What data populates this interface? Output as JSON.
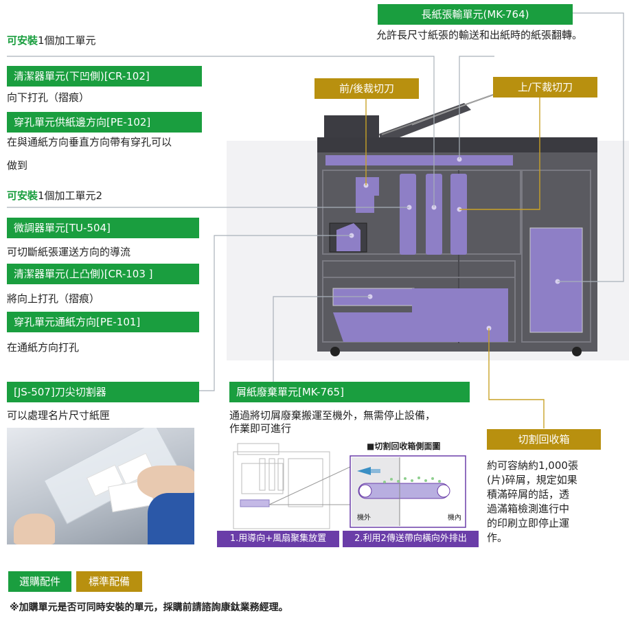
{
  "colors": {
    "green": "#1a9e3f",
    "gold": "#b8900f",
    "purple": "#6a3da8",
    "machine": "#5a5a60",
    "unit": "#8e7fc6"
  },
  "unit1": {
    "prefix": "可安裝",
    "suffix": "1個加工單元"
  },
  "unit2": {
    "prefix": "可安裝",
    "suffix": "1個加工單元2"
  },
  "labels": {
    "cr102": {
      "tag": "清潔器單元(下凹側)[CR-102]",
      "desc": "向下打孔（摺痕）"
    },
    "pe102": {
      "tag": "穿孔單元供紙邊方向[PE-102]",
      "desc1": "在與通紙方向垂直方向帶有穿孔可以",
      "desc2": "做到"
    },
    "tu504": {
      "tag": "微調器單元[TU-504]",
      "desc": "可切斷紙張運送方向的導流"
    },
    "cr103": {
      "tag": "清潔器單元(上凸側)[CR-103 ]",
      "desc": "將向上打孔（摺痕）"
    },
    "pe101": {
      "tag": "穿孔單元通紙方向[PE-101]",
      "desc": "在通紙方向打孔"
    },
    "js507": {
      "tag": "[JS-507]刀尖切割器",
      "desc": "可以處理名片尺寸紙匣"
    },
    "mk764": {
      "tag": "長紙張輸單元(MK-764)",
      "desc": "允許長尺寸紙張的輸送和出紙時的紙張翻轉。"
    },
    "front_back": {
      "tag": "前/後裁切刀"
    },
    "up_down": {
      "tag": "上/下裁切刀"
    },
    "mk765": {
      "tag": "屑紙廢棄單元[MK-765]",
      "desc1": "通過將切屑廢棄搬運至機外，無需停止設備，",
      "desc2": "作業即可進行"
    },
    "box": {
      "tag": "切割回收箱",
      "desc": [
        "約可容納約1,000張",
        "(片)碎屑，規定如果",
        "積滿碎屑的話，透",
        "過滿箱檢測進行中",
        "的印刷立即停止運",
        "作。"
      ]
    }
  },
  "side_view": {
    "title": "■切割回收箱側面圖",
    "outside": "機外",
    "inside": "機內",
    "caption1": "1.用導向+風扇聚集放置",
    "caption2": "2.利用2傳送帶向橫向外排出"
  },
  "legend": {
    "optional": "選購配件",
    "standard": "標準配備"
  },
  "note": "※加購單元是否可同時安裝的單元，採購前請諮詢康鈦業務經理。"
}
